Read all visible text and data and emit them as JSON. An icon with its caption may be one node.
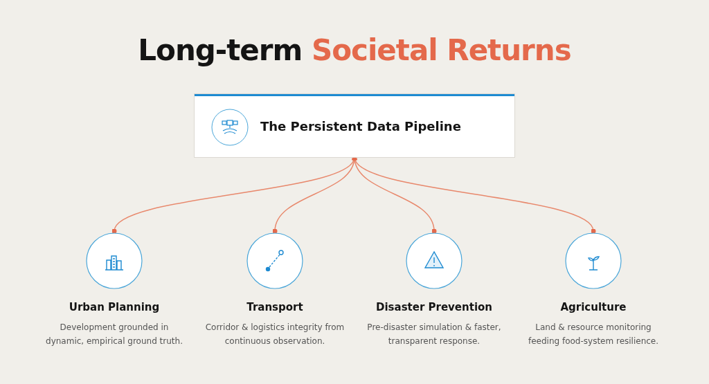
{
  "diagram": {
    "title": "Long-term Societal Returns",
    "nodes": [
      {
        "text": [
          "The Persistent Data Pipeline"
        ]
      },
      {
        "text": [
          "Urban Planning",
          "Development grounded in dynamic, empirical ground truth."
        ]
      },
      {
        "text": [
          "Transport",
          "Corridor & logistics integrity from continuous observation."
        ]
      },
      {
        "text": [
          "Disaster Prevention",
          "Pre-disaster simulation & faster, transparent response."
        ]
      },
      {
        "text": [
          "Agriculture",
          "Land & resource monitoring feeding food-system resilience."
        ]
      }
    ],
    "edges": [
      {
        "from": 0,
        "to": 1,
        "arrow": "other"
      },
      {
        "from": 0,
        "to": 2,
        "arrow": "other"
      },
      {
        "from": 0,
        "to": 3,
        "arrow": "other"
      },
      {
        "from": 0,
        "to": 4,
        "arrow": "other"
      }
    ]
  }
}
